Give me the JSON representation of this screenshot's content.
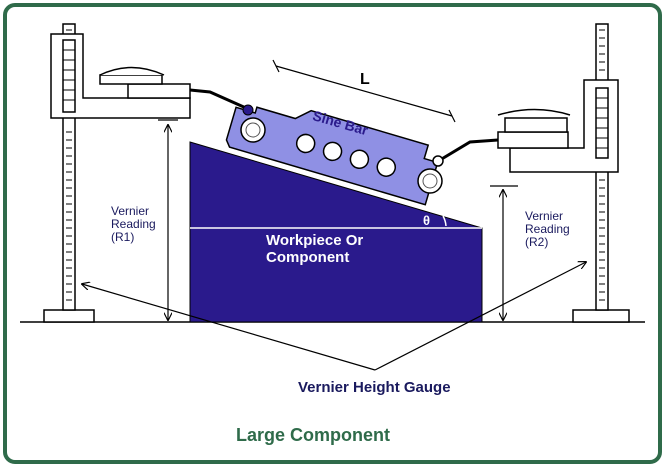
{
  "labels": {
    "length": "L",
    "sine_bar": "Sine Bar",
    "theta": "θ",
    "workpiece_line1": "Workpiece Or",
    "workpiece_line2": "Component",
    "left_reading_line1": "Vernier",
    "left_reading_line2": "Reading",
    "left_reading_line3": "(R1)",
    "right_reading_line1": "Vernier",
    "right_reading_line2": "Reading",
    "right_reading_line3": "(R2)",
    "gauge_caption": "Vernier Height Gauge",
    "title": "Large Component"
  },
  "colors": {
    "frame": "#2f6b4a",
    "title": "#2f6b4a",
    "workpiece": "#2a1a8c",
    "sine_bar": "#8f90e4",
    "stand_fill": "#ffffff",
    "outline": "#000000",
    "label_text": "#1a1a5e"
  }
}
